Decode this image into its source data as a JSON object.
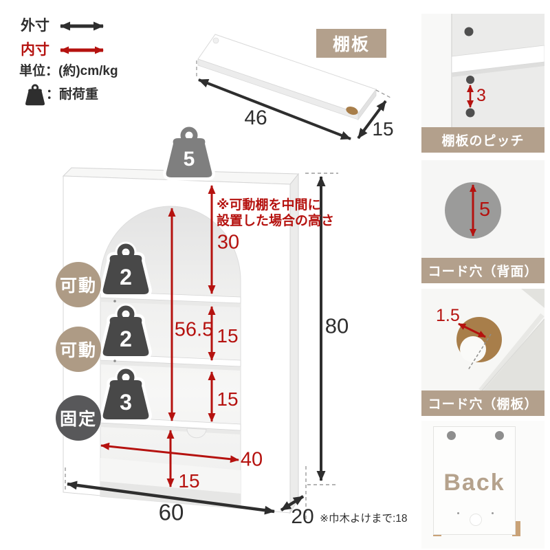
{
  "colors": {
    "tan": "#b3a08c",
    "red": "#b5120f",
    "black": "#2e2e2e",
    "weight_dark": "#4a4a4a",
    "weight_light": "#7f7f7f",
    "fixed_gray": "#58585a",
    "back_text": "#b5a28c"
  },
  "legend": {
    "outer": "外寸",
    "inner": "内寸",
    "unit": "単位：(約)cm/kg",
    "load": "：耐荷重"
  },
  "shelf_board": {
    "title": "棚板",
    "length": "46",
    "depth": "15"
  },
  "cabinet": {
    "top_load": "5",
    "note_line1": "※可動棚を中間に",
    "note_line2": "設置した場合の高さ",
    "dim_inner_top": "30",
    "dim_inner_full": "56.5",
    "dim_gap1": "15",
    "dim_gap2": "15",
    "dim_inner_width": "40",
    "dim_base": "15",
    "dim_height": "80",
    "dim_width": "60",
    "dim_depth": "20",
    "depth_note": "※巾木よけまで:18",
    "shelves": [
      {
        "tag": "可動",
        "load": "2"
      },
      {
        "tag": "可動",
        "load": "2"
      },
      {
        "tag": "固定",
        "load": "3"
      }
    ]
  },
  "details": [
    {
      "caption": "棚板のピッチ",
      "value": "3"
    },
    {
      "caption": "コード穴（背面）",
      "value": "5"
    },
    {
      "caption": "コード穴（棚板）",
      "value": "1.5"
    }
  ],
  "back_view": {
    "label": "Back"
  }
}
